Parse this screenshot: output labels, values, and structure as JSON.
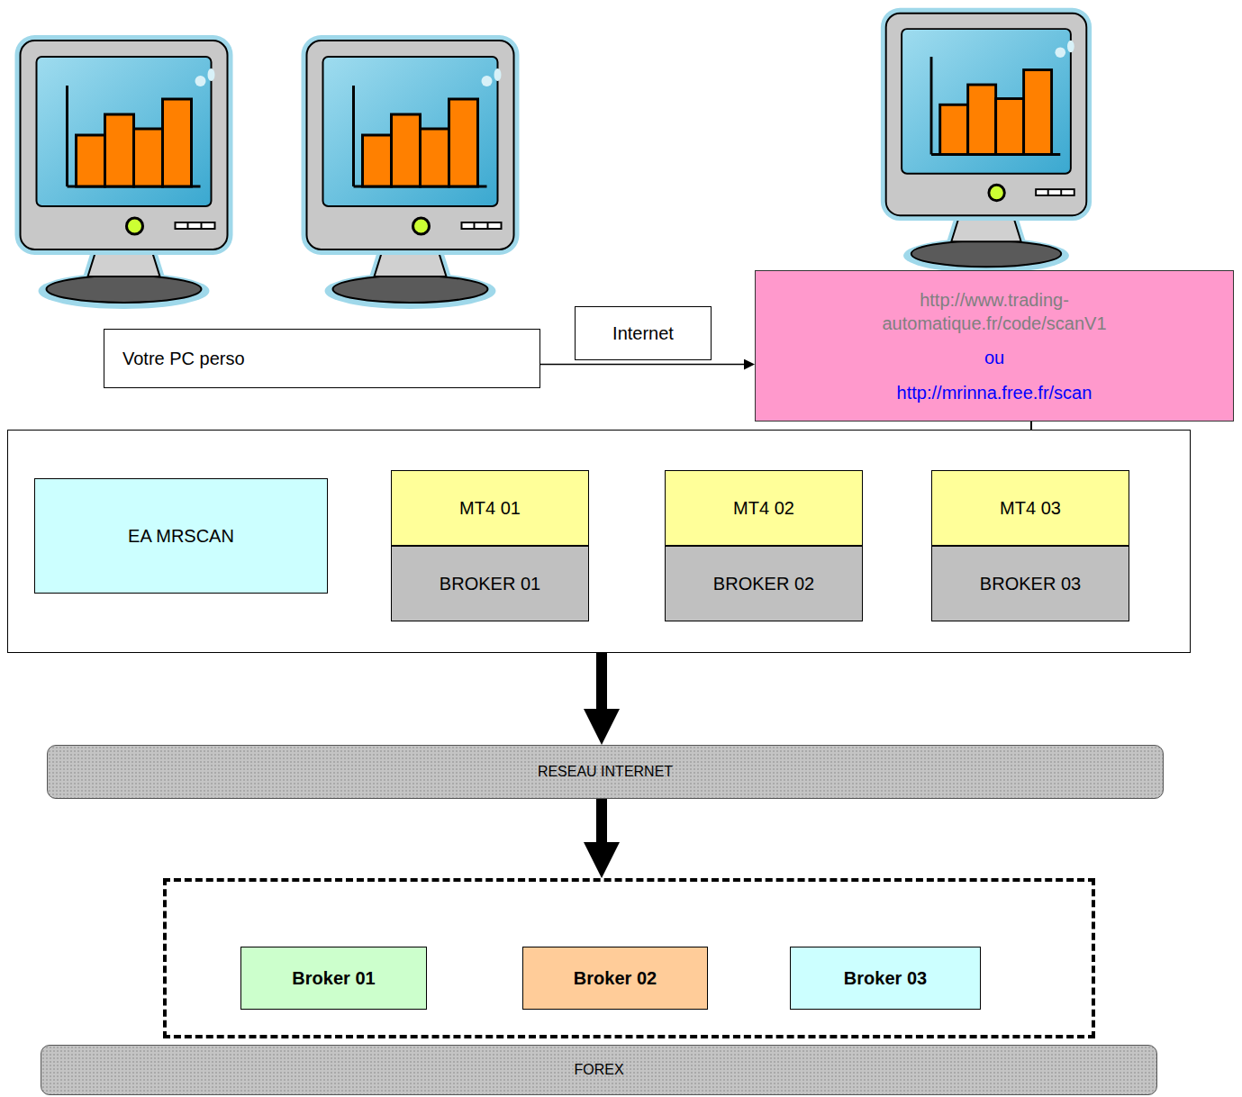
{
  "diagram": {
    "nodes": [
      {
        "text": [
          "Votre PC perso"
        ]
      },
      {
        "text": [
          "Internet"
        ]
      },
      {
        "text": [
          "http://www.trading-automatique.fr/code/scanV1",
          "ou",
          "http://mrinna.free.fr/scan"
        ]
      },
      {
        "text": []
      },
      {
        "text": [
          "EA MRSCAN"
        ],
        "in": 3
      },
      {
        "text": [
          "MT4  01"
        ],
        "in": 3
      },
      {
        "text": [
          "BROKER  01"
        ],
        "in": 3
      },
      {
        "text": [
          "MT4  02"
        ],
        "in": 3
      },
      {
        "text": [
          "BROKER  02"
        ],
        "in": 3
      },
      {
        "text": [
          "MT4  03"
        ],
        "in": 3
      },
      {
        "text": [
          "BROKER  03"
        ],
        "in": 3
      },
      {
        "text": [
          "RESEAU INTERNET"
        ]
      },
      {
        "text": []
      },
      {
        "text": [
          "Broker 01"
        ],
        "in": 12
      },
      {
        "text": [
          "Broker 02"
        ],
        "in": 12
      },
      {
        "text": [
          "Broker 03"
        ],
        "in": 12
      },
      {
        "text": [
          "FOREX"
        ]
      }
    ],
    "edges": [
      {
        "from": 0,
        "to": 2,
        "arrow": "to"
      },
      {
        "from": 2,
        "to": 5,
        "arrow": "none"
      },
      {
        "from": 2,
        "to": 7,
        "arrow": "none"
      },
      {
        "from": 2,
        "to": 9,
        "arrow": "none"
      },
      {
        "from": 3,
        "to": 11,
        "arrow": "to"
      },
      {
        "from": 11,
        "to": 12,
        "arrow": "to"
      }
    ]
  }
}
